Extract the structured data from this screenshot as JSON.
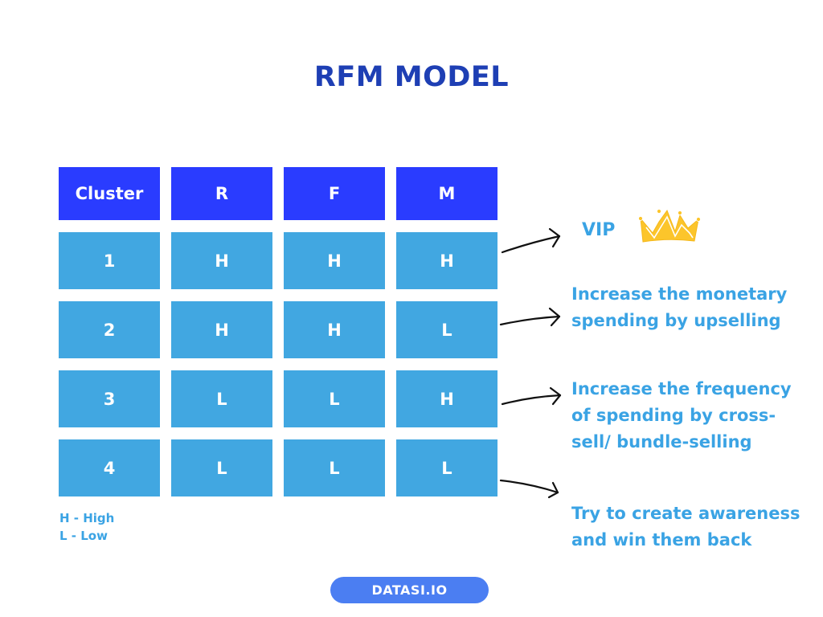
{
  "title": "RFM MODEL",
  "table": {
    "headers": [
      "Cluster",
      "R",
      "F",
      "M"
    ],
    "rows": [
      [
        "1",
        "H",
        "H",
        "H"
      ],
      [
        "2",
        "H",
        "H",
        "L"
      ],
      [
        "3",
        "L",
        "L",
        "H"
      ],
      [
        "4",
        "L",
        "L",
        "L"
      ]
    ]
  },
  "legend": [
    "H - High",
    "L - Low"
  ],
  "actions": {
    "vip": "VIP",
    "vip_icon": "crown-icon",
    "cluster2": [
      "Increase the monetary",
      "spending by upselling"
    ],
    "cluster3": [
      "Increase the frequency",
      "of spending by cross-",
      "sell/ bundle-selling"
    ],
    "cluster4": [
      "Try to create awareness",
      "and win them back"
    ]
  },
  "brand": "DATASI.IO",
  "colors": {
    "title": "#1e3fb4",
    "header_cell": "#2a3cff",
    "row_cell": "#41a7e1",
    "note_text": "#3aa3e4",
    "crown": "#fcc52b",
    "brand_pill": "#4b7ef2"
  }
}
